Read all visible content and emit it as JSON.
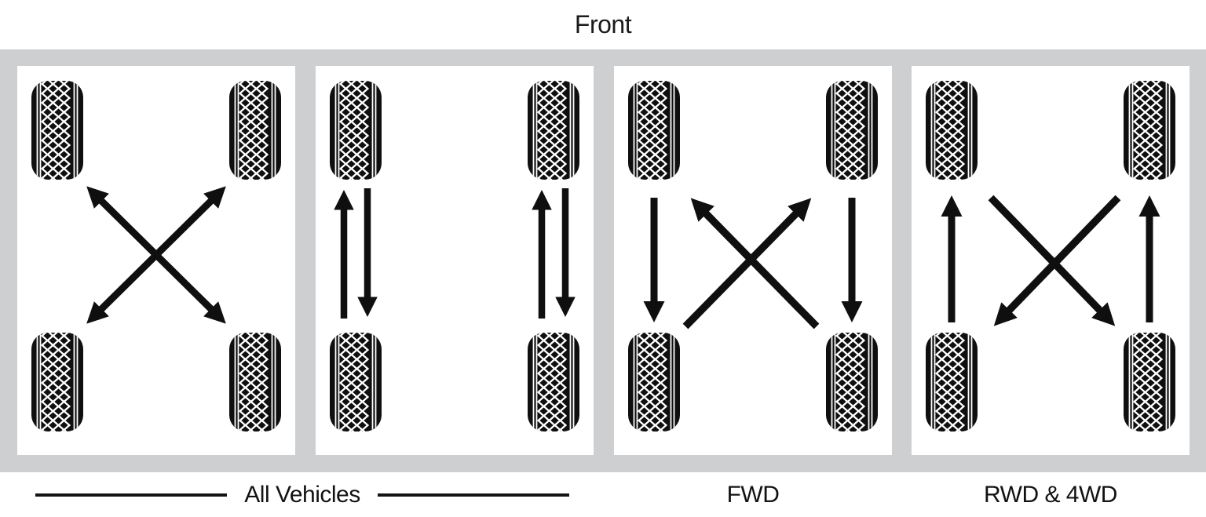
{
  "title": "Front",
  "panels": [
    {
      "name": "all-vehicles-cross",
      "icon": "x-cross-rotation-arrows"
    },
    {
      "name": "all-vehicles-front-to-back",
      "icon": "up-down-paired-arrows"
    },
    {
      "name": "fwd",
      "icon": "sides-down-rears-cross-up-arrows"
    },
    {
      "name": "rwd-4wd",
      "icon": "sides-up-fronts-cross-down-arrows"
    }
  ],
  "footer": {
    "all_vehicles_label": "All Vehicles",
    "fwd_label": "FWD",
    "rwd_4wd_label": "RWD & 4WD"
  },
  "colors": {
    "band_gray": "#cdcfd0",
    "panel_white": "#ffffff",
    "ink_black": "#0f0f0f"
  }
}
